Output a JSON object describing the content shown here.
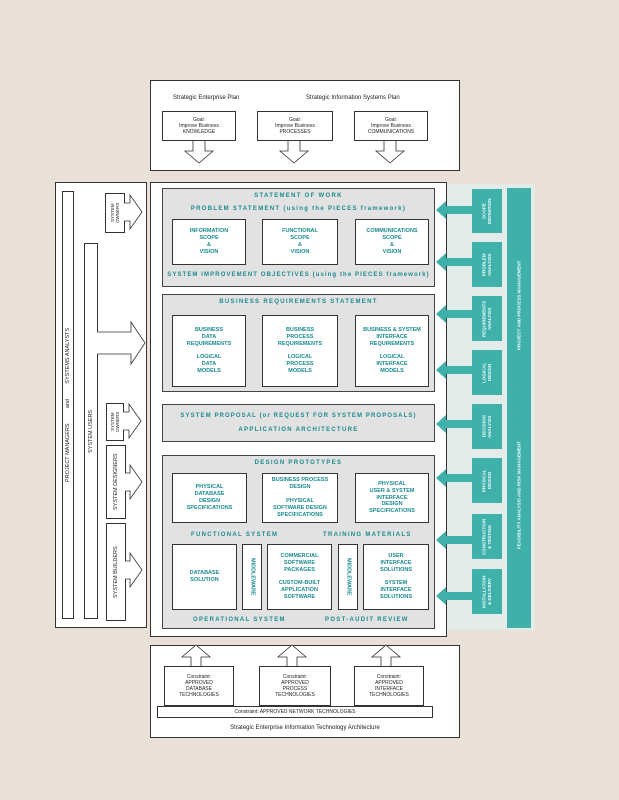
{
  "top": {
    "labels": [
      "Strategic Enterprise Plan",
      "Strategic Information Systems Plan"
    ],
    "goals": [
      "Goal:\nImprove Business\nKNOWLEDGE",
      "Goal:\nImprove Business\nPROCESSES",
      "Goal:\nImprove Business\nCOMMUNICATIONS"
    ]
  },
  "sow": {
    "title": "STATEMENT OF WORK",
    "problem": "PROBLEM STATEMENT (using the PIECES framework)",
    "boxes": [
      "INFORMATION\nSCOPE\n&\nVISION",
      "FUNCTIONAL\nSCOPE\n&\nVISION",
      "COMMUNICATIONS\nSCOPE\n&\nVISION"
    ],
    "objectives": "SYSTEM IMPROVEMENT OBJECTIVES (using the PIECES framework)"
  },
  "brs": {
    "title": "BUSINESS REQUIREMENTS STATEMENT",
    "boxes": [
      "BUSINESS\nDATA\nREQUIREMENTS\n\nLOGICAL\nDATA\nMODELS",
      "BUSINESS\nPROCESS\nREQUIREMENTS\n\nLOGICAL\nPROCESS\nMODELS",
      "BUSINESS & SYSTEM\nINTERFACE\nREQUIREMENTS\n\nLOGICAL\nINTERFACE\nMODELS"
    ]
  },
  "proposal": {
    "line1": "SYSTEM PROPOSAL (or REQUEST FOR SYSTEM PROPOSALS)",
    "line2": "APPLICATION ARCHITECTURE"
  },
  "design": {
    "title": "DESIGN PROTOTYPES",
    "boxes": [
      "PHYSICAL\nDATABASE\nDESIGN\nSPECIFICATIONS",
      "BUSINESS PROCESS\nDESIGN\n\nPHYSICAL\nSOFTWARE DESIGN\nSPECIFICATIONS",
      "PHYSICAL\nUSER & SYSTEM\nINTERFACE\nDESIGN\nSPECIFICATIONS"
    ],
    "functional": "FUNCTIONAL SYSTEM",
    "training": "TRAINING MATERIALS",
    "impl": [
      "DATABASE\nSOLUTION",
      "MIDDLEWARE",
      "COMMERCIAL\nSOFTWARE\nPACKAGES\n\nCUSTOM-BUILT\nAPPLICATION\nSOFTWARE",
      "MIDDLEWARE",
      "USER\nINTERFACE\nSOLUTIONS\n\nSYSTEM\nINTERFACE\nSOLUTIONS"
    ],
    "operational": "OPERATIONAL SYSTEM",
    "postaudit": "POST-AUDIT REVIEW"
  },
  "bottom": {
    "constraints": [
      "Constraint:\nAPPROVED\nDATABASE\nTECHNOLOGIES",
      "Constraint:\nAPPROVED\nPROCESS\nTECHNOLOGIES",
      "Constraint:\nAPPROVED\nINTERFACE\nTECHNOLOGIES"
    ],
    "network": "Constraint: APPROVED NETWORK TECHNOLOGIES",
    "caption": "Strategic Enterprise Information Technology Architecture"
  },
  "left": {
    "bar1": "PROJECT MANAGERS          and          SYSTEMS ANALYSTS",
    "bar2": "SYSTEM USERS",
    "owners1": "SYSTEM\nOWNERS",
    "owners2": "SYSTEM\nOWNERS",
    "designers": "SYSTEM DESIGNERS",
    "builders": "SYSTEM BUILDERS"
  },
  "phases": [
    "SCOPE\nDEFINITION",
    "PROBLEM\nANALYSIS",
    "REQUIREMENTS\nANALYSIS",
    "LOGICAL\nDESIGN",
    "DECISION\nANALYSIS",
    "PHYSICAL\nDESIGN",
    "CONSTRUCTION\n& TESTING",
    "INSTALLATION\n& DELIVERY"
  ],
  "mgmt": [
    "PROJECT AND PROCESS MANAGEMENT",
    "FEASIBILITY ANALYSIS AND RISK MANAGEMENT"
  ],
  "colors": {
    "teal": "#3fb0aa",
    "text_teal": "#1a8a8f",
    "background": "#e9e0d7"
  }
}
